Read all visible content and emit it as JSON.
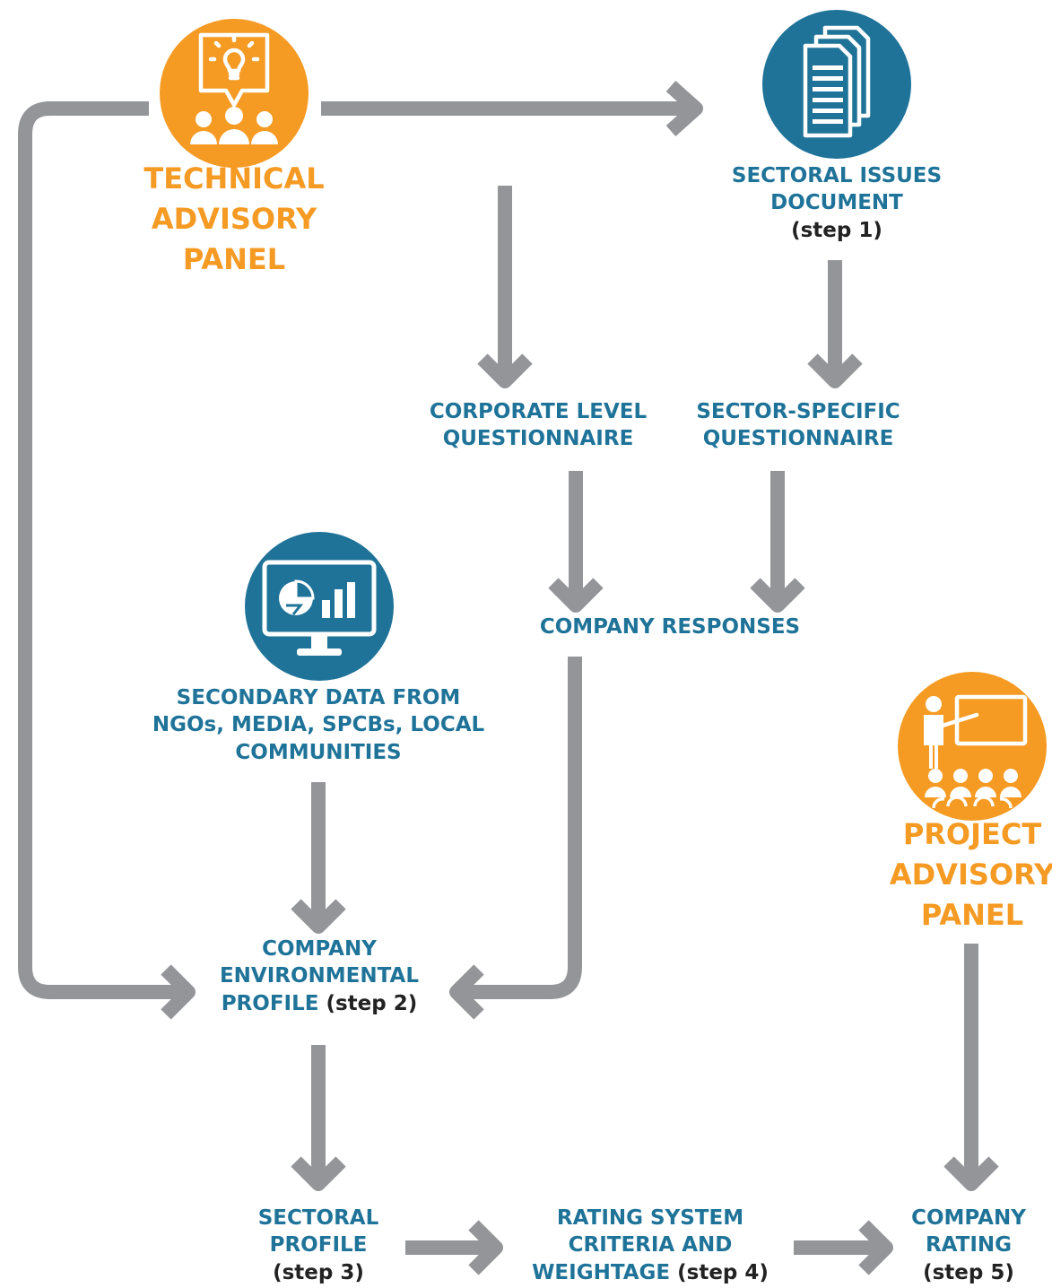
{
  "colors": {
    "orange": "#f59a23",
    "blue": "#1f7399",
    "arrow": "#939598",
    "step_text": "#222222"
  },
  "nodes": {
    "technical_panel": {
      "icon": "lightbulb-presentation-icon",
      "lines": [
        "TECHNICAL",
        "ADVISORY",
        "PANEL"
      ]
    },
    "sectoral_issues": {
      "icon": "documents-icon",
      "lines": [
        "SECTORAL ISSUES",
        "DOCUMENT"
      ],
      "step": "(step 1)"
    },
    "corporate_questionnaire": {
      "lines": [
        "CORPORATE LEVEL",
        "QUESTIONNAIRE"
      ]
    },
    "sector_questionnaire": {
      "lines": [
        "SECTOR-SPECIFIC",
        "QUESTIONNAIRE"
      ]
    },
    "company_responses": {
      "lines": [
        "COMPANY RESPONSES"
      ]
    },
    "secondary_data": {
      "icon": "monitor-chart-icon",
      "lines": [
        "SECONDARY DATA FROM",
        "NGOs, MEDIA, SPCBs, LOCAL",
        "COMMUNITIES"
      ]
    },
    "environmental_profile": {
      "lines": [
        "COMPANY",
        "ENVIRONMENTAL",
        "PROFILE"
      ],
      "step": "(step 2)"
    },
    "project_panel": {
      "icon": "teacher-classroom-icon",
      "lines": [
        "PROJECT",
        "ADVISORY",
        "PANEL"
      ]
    },
    "sectoral_profile": {
      "lines": [
        "SECTORAL",
        "PROFILE"
      ],
      "step": "(step 3)"
    },
    "rating_system": {
      "lines": [
        "RATING SYSTEM",
        "CRITERIA AND",
        "WEIGHTAGE"
      ],
      "step": "(step 4)"
    },
    "company_rating": {
      "lines": [
        "COMPANY",
        "RATING"
      ],
      "step": "(step 5)"
    }
  }
}
